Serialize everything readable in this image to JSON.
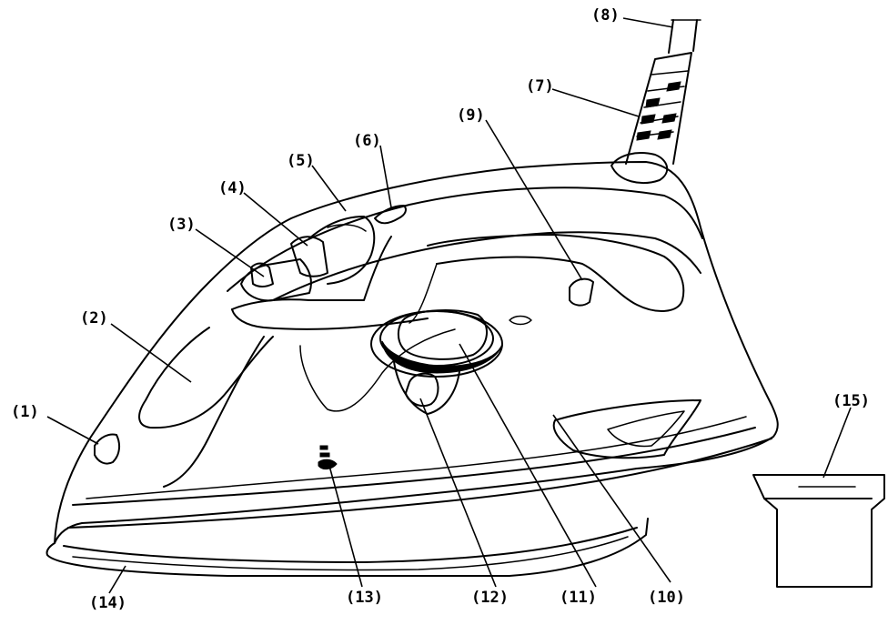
{
  "diagram": {
    "labels": [
      {
        "id": "1",
        "text": "(1)"
      },
      {
        "id": "2",
        "text": "(2)"
      },
      {
        "id": "3",
        "text": "(3)"
      },
      {
        "id": "4",
        "text": "(4)"
      },
      {
        "id": "5",
        "text": "(5)"
      },
      {
        "id": "6",
        "text": "(6)"
      },
      {
        "id": "7",
        "text": "(7)"
      },
      {
        "id": "8",
        "text": "(8)"
      },
      {
        "id": "9",
        "text": "(9)"
      },
      {
        "id": "10",
        "text": "(10)"
      },
      {
        "id": "11",
        "text": "(11)"
      },
      {
        "id": "12",
        "text": "(12)"
      },
      {
        "id": "13",
        "text": "(13)"
      },
      {
        "id": "14",
        "text": "(14)"
      },
      {
        "id": "15",
        "text": "(15)"
      }
    ],
    "colors": {
      "line": "#000000",
      "background": "#ffffff"
    }
  }
}
